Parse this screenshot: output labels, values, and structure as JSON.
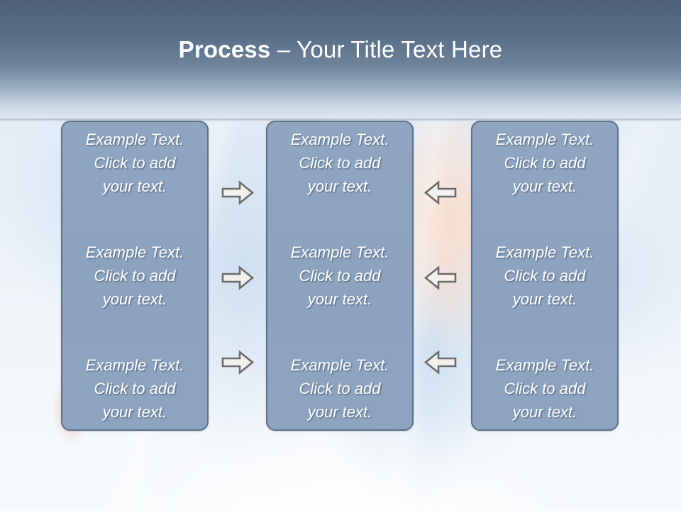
{
  "slide": {
    "title": {
      "bold_part": "Process",
      "rest_part": " – Your Title Text Here",
      "full": "Process – Your Title Text Here"
    },
    "theme": {
      "title_band_top_color": "#4e6179",
      "title_band_bottom_color": "#e6eef6",
      "card_fill_color": "#8ca4c0",
      "card_border_color": "#5e7289",
      "text_color": "#ffffff",
      "arrow_fill_color": "#f2f1ee",
      "arrow_stroke_color": "#6b6b6b",
      "background_base_color": "#eef2f7"
    },
    "columns": [
      {
        "id": "column-left",
        "blurbs": [
          "Example Text.\nClick  to add\nyour text.",
          "Example Text.\nClick  to add\nyour text.",
          "Example Text.\nClick  to add\nyour text."
        ]
      },
      {
        "id": "column-middle",
        "blurbs": [
          "Example Text.\nClick  to add\nyour text.",
          "Example Text.\nClick  to add\nyour text.",
          "Example Text.\nClick  to add\nyour text."
        ]
      },
      {
        "id": "column-right",
        "blurbs": [
          "Example Text.\nClick  to add\nyour text.",
          "Example Text.\nClick  to add\nyour text.",
          "Example Text.\nClick  to add\nyour text."
        ]
      }
    ],
    "connectors": {
      "left_group": {
        "direction": "right",
        "icon": "arrow-right-icon",
        "count": 3
      },
      "right_group": {
        "direction": "left",
        "icon": "arrow-left-icon",
        "count": 3
      }
    }
  }
}
